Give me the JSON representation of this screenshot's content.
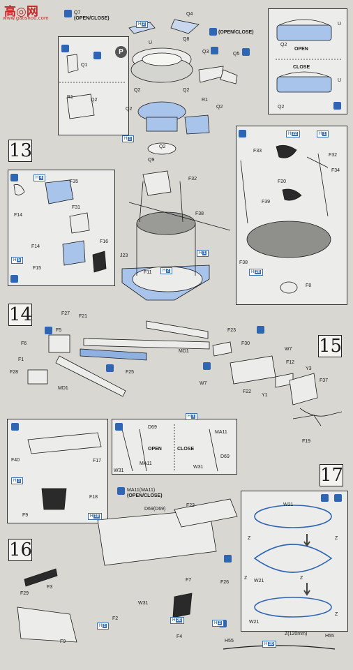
{
  "watermark": {
    "main": "高◎网",
    "sub": "www.gaoshou.com"
  },
  "steps": {
    "s13": "13",
    "s14": "14",
    "s15": "15",
    "s16": "16",
    "s17": "17"
  },
  "legend": {
    "open": "OPEN",
    "close": "CLOSE"
  },
  "labels": {
    "q7": "Q7",
    "q7_note": "(OPEN/CLOSE)",
    "q4": "Q4",
    "q8": "Q8",
    "q8_note": "(OPEN/CLOSE)",
    "u1": "U",
    "u2": "U",
    "u3": "U",
    "p": "P",
    "q1": "Q1",
    "q3": "Q3",
    "q5": "Q5",
    "q2a": "Q2",
    "q2b": "Q2",
    "q2c": "Q2",
    "q2d": "Q2",
    "q2e": "Q2",
    "q2f": "Q2",
    "q2g": "Q2",
    "q2h": "Q2",
    "r1a": "R1",
    "r1b": "R1",
    "q9": "Q9",
    "f35": "F35",
    "f14a": "F14",
    "f14b": "F14",
    "f31": "F31",
    "f16": "F16",
    "f15": "F15",
    "f32a": "F32",
    "f32b": "F32",
    "f38a": "F38",
    "f38b": "F38",
    "j23": "J23",
    "f11": "F11",
    "f33": "F33",
    "f34": "F34",
    "f20": "F20",
    "f39": "F39",
    "f8": "F8",
    "f27": "F27",
    "f21": "F21",
    "f5": "F5",
    "f6": "F6",
    "f1": "F1",
    "f28": "F28",
    "md1a": "MD1",
    "md1b": "MD1",
    "f25": "F25",
    "f23": "F23",
    "f30": "F30",
    "w7a": "W7",
    "w7b": "W7",
    "f22a": "F22",
    "y1": "Y1",
    "f12": "F12",
    "y3": "Y3",
    "f37": "F37",
    "f19": "F19",
    "f40": "F40",
    "f17": "F17",
    "f18": "F18",
    "f9a": "F9",
    "f9b": "F9",
    "d69a": "D69",
    "d69b": "D69",
    "ma11a": "MA11",
    "ma11b": "MA11",
    "w31a": "W31",
    "w31b": "W31",
    "w31c": "W31",
    "ma11c": "MA11(MA11)",
    "ma11c_note": "(OPEN/CLOSE)",
    "d69c": "D69(D69)",
    "f22b": "F22",
    "f7": "F7",
    "f26": "F26",
    "f29": "F29",
    "f3": "F3",
    "f2": "F2",
    "f4": "F4",
    "w21a": "W21",
    "w21b": "W21",
    "w21c": "W21",
    "z1": "Z",
    "z2": "Z",
    "z3": "Z",
    "z4": "Z",
    "z5": "Z",
    "h55a": "H55",
    "h55b": "H55",
    "z120": "Z(120mm)"
  },
  "badges": {
    "b1": "H",
    "b1n": "2",
    "b2": "H",
    "b2n": "1",
    "b3": "H",
    "b3n": "22",
    "b4": "H",
    "b4n": "1",
    "b5": "H",
    "b5n": "5",
    "b6": "H",
    "b6n": "4",
    "b7": "H",
    "b7n": "1",
    "b8": "H",
    "b8n": "2",
    "b9": "H",
    "b9n": "1",
    "b10": "H",
    "b10n": "20",
    "b11": "H",
    "b11n": "1",
    "b12": "H",
    "b12n": "10",
    "b13": "H",
    "b13n": "2",
    "b14": "H",
    "b14n": "1",
    "b15": "H",
    "b15n": "20",
    "b16": "H",
    "b16n": "20"
  },
  "colors": {
    "part_blue": "#a9c4ea",
    "accent_blue": "#2f66b3",
    "ink": "#1a1a1a",
    "paper": "#d9d7d2"
  }
}
